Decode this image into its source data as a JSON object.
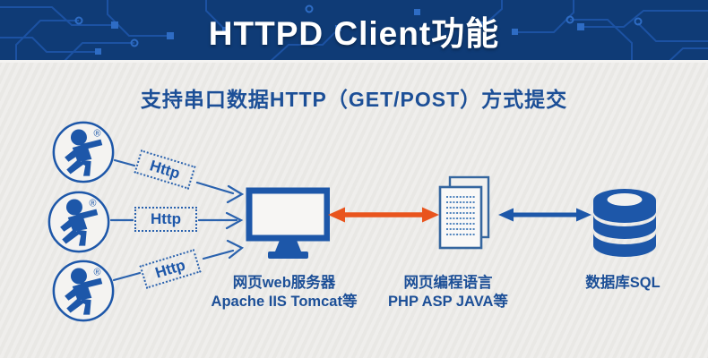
{
  "palette": {
    "primary_blue": "#1d57a9",
    "dark_navy": "#0f3b76",
    "circuit_blue": "#1e55a8",
    "circuit_bright": "#2e6cc4",
    "orange": "#e9541d",
    "background": "#edece9",
    "text_blue": "#1c4f97"
  },
  "header": {
    "title": "HTTPD Client功能"
  },
  "subtitle": "支持串口数据HTTP（GET/POST）方式提交",
  "clients": [
    {
      "label": "Http"
    },
    {
      "label": "Http"
    },
    {
      "label": "Http"
    }
  ],
  "nodes": {
    "web_server": {
      "line1": "网页web服务器",
      "line2": "Apache IIS Tomcat等"
    },
    "script": {
      "line1": "网页编程语言",
      "line2": "PHP ASP JAVA等"
    },
    "database": {
      "line1": "数据库SQL"
    }
  }
}
